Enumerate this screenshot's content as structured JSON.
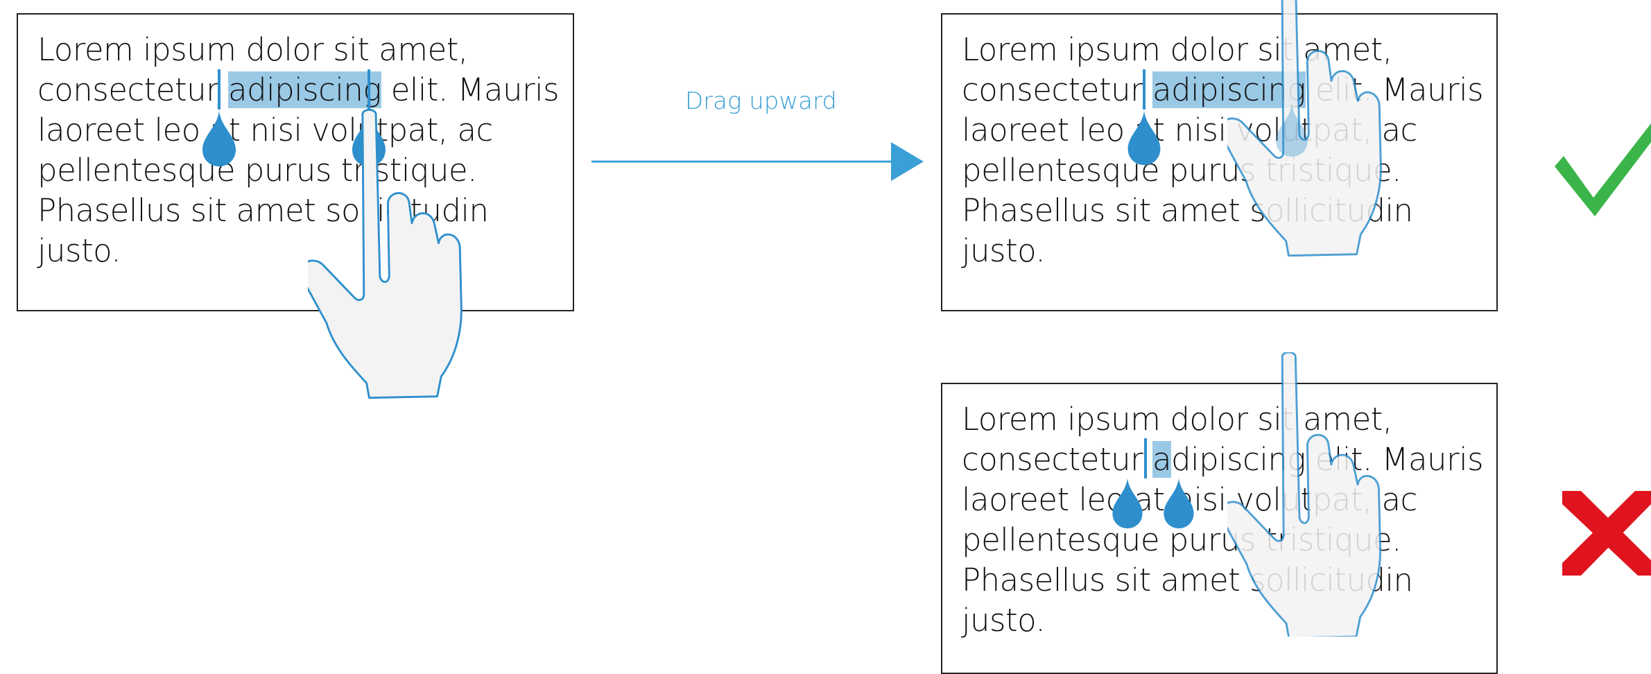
{
  "panels": {
    "before": {
      "line1": "Lorem ipsum dolor sit amet,",
      "line2_pre": "consectetur ",
      "line2_sel": "adipiscing",
      "line2_post": " elit. Mauris",
      "line3": "laoreet leo at nisi volutpat, ac",
      "line4": "pellentesque purus tristique.",
      "line5": "Phasellus sit amet sollicitudin",
      "line6": "justo."
    },
    "after_correct": {
      "line1": "Lorem ipsum dolor sit amet,",
      "line2_pre": "consectetur ",
      "line2_sel": "adipiscing",
      "line2_post": " elit. Mauris",
      "line3": "laoreet leo at nisi volutpat, ac",
      "line4": "pellentesque purus tristique.",
      "line5": "Phasellus sit amet sollicitudin",
      "line6": "justo."
    },
    "after_wrong": {
      "line1": "Lorem ipsum dolor sit amet,",
      "line2_pre": "consectetur ",
      "line2_sel": "a",
      "line2_post": "dipiscing elit. Mauris",
      "line3": "laoreet leo at nisi volutpat, ac",
      "line4": "pellentesque purus tristique.",
      "line5": "Phasellus sit amet sollicitudin",
      "line6": "justo."
    }
  },
  "arrow": {
    "label": "Drag upward"
  },
  "colors": {
    "accent": "#3a9fd6",
    "selection": "#9ac9e6",
    "handle": "#2e8fcc",
    "check": "#3bb54a",
    "cross": "#e0141e"
  },
  "icons": {
    "correct": "checkmark-icon",
    "wrong": "cross-icon"
  }
}
